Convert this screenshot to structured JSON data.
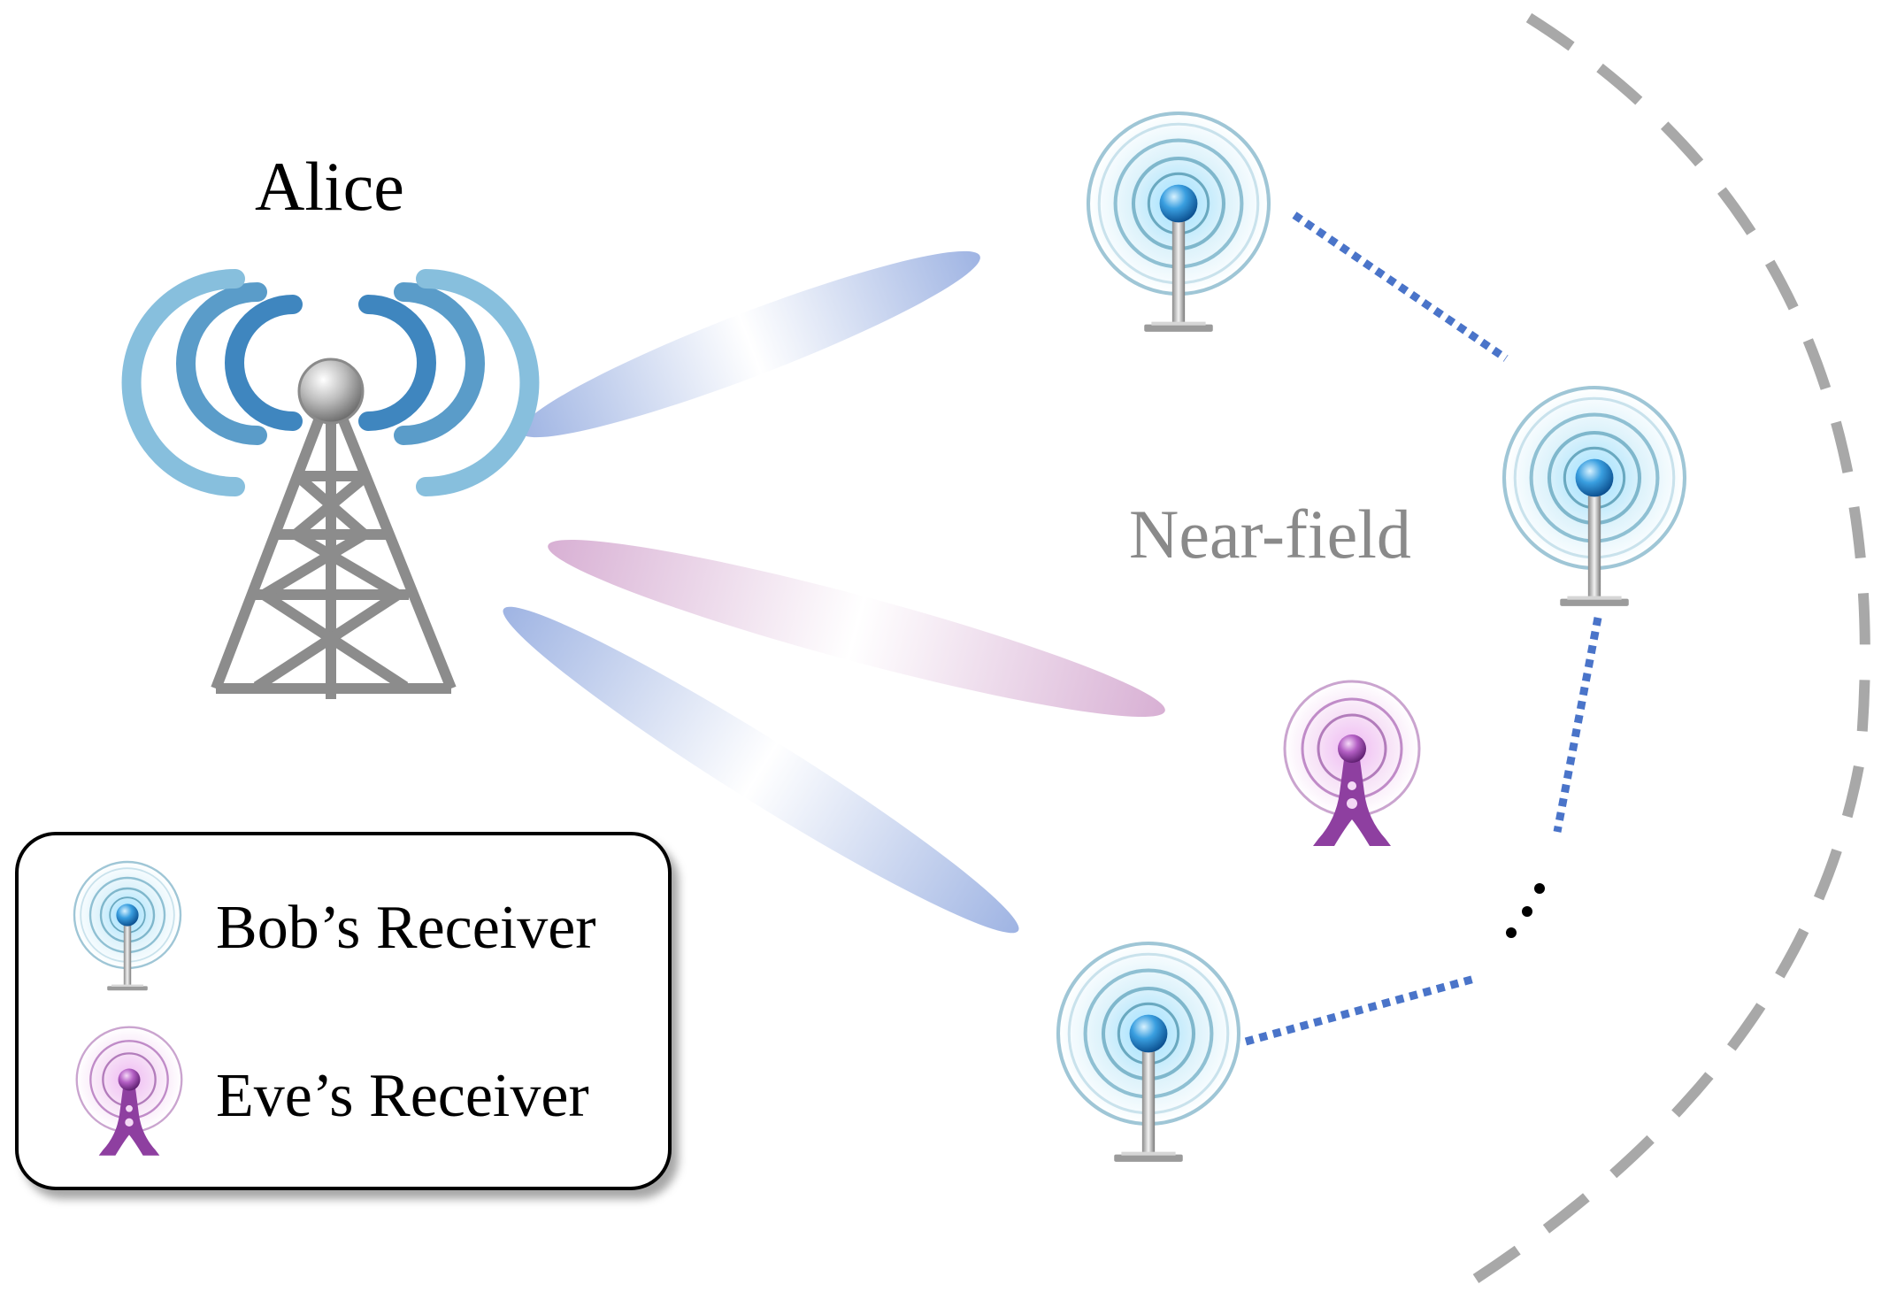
{
  "labels": {
    "transmitter": "Alice",
    "region": "Near-field"
  },
  "legend": {
    "items": [
      {
        "label": "Bob’s Receiver",
        "icon": "bob-receiver-icon"
      },
      {
        "label": "Eve’s Receiver",
        "icon": "eve-receiver-icon"
      }
    ]
  },
  "colors": {
    "bob_accent": "#1e7fc4",
    "eve_accent": "#8e3fa0",
    "beam_blue": "#a9bde6",
    "beam_pink": "#d9b3d6",
    "link_dots": "#4a74c9",
    "boundary": "#a8a8a8",
    "tower_gray": "#8c8c8c",
    "wave_blue": "#6aaed6"
  }
}
